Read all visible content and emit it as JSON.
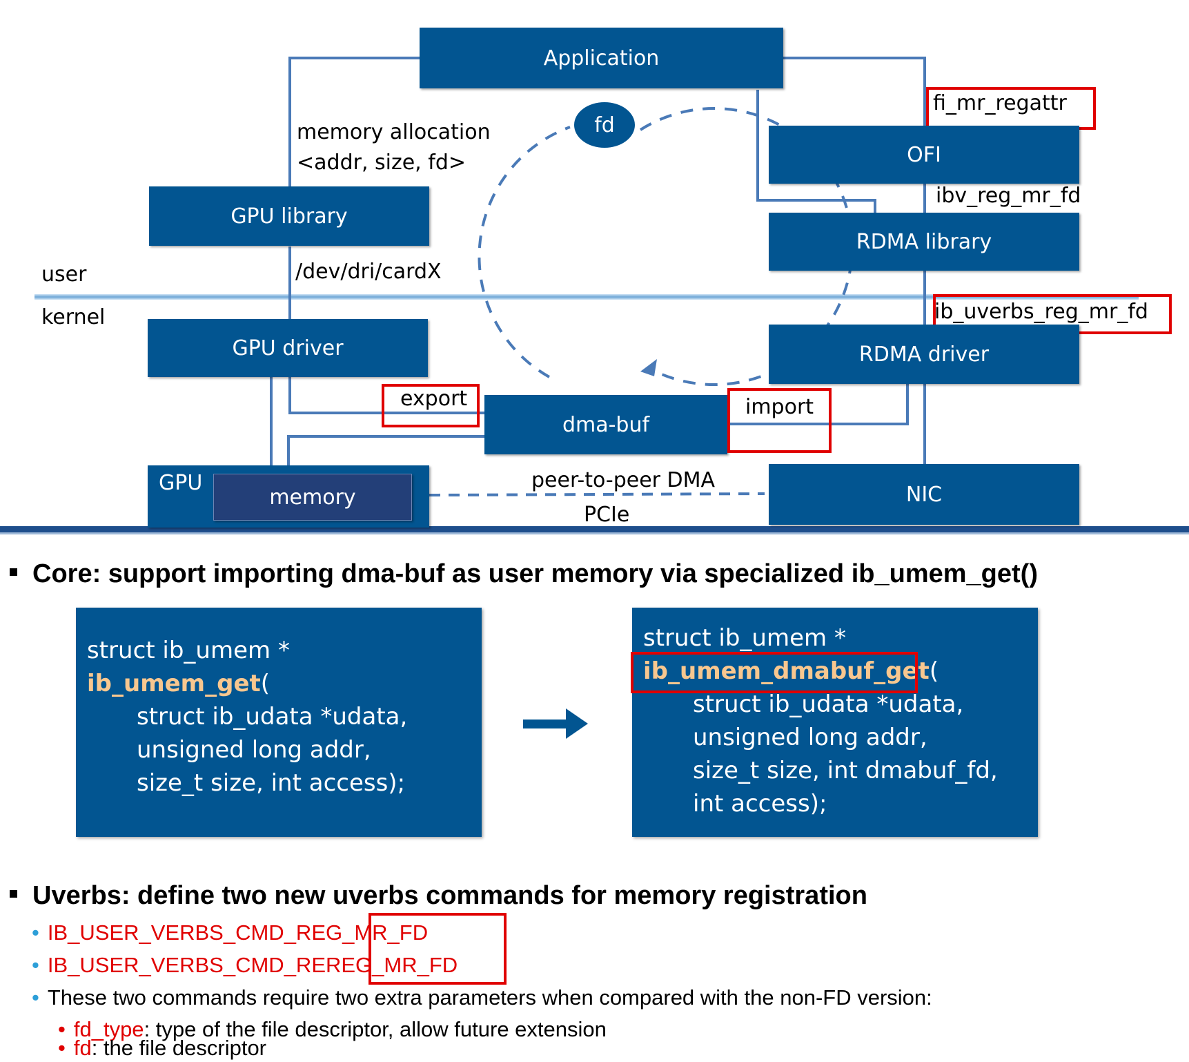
{
  "diagram": {
    "application": "Application",
    "fd": "fd",
    "memory_allocation": "memory allocation",
    "alloc_tuple": "<addr, size, fd>",
    "gpu_library": "GPU library",
    "dev_path": "/dev/dri/cardX",
    "user": "user",
    "kernel": "kernel",
    "gpu_driver": "GPU driver",
    "export": "export",
    "dma_buf": "dma-buf",
    "import": "import",
    "gpu": "GPU",
    "memory": "memory",
    "peer_to_peer": "peer-to-peer DMA",
    "pcie": "PCIe",
    "nic": "NIC",
    "ofi": "OFI",
    "fi_mr_regattr": "fi_mr_regattr",
    "ibv_reg_mr_fd": "ibv_reg_mr_fd",
    "rdma_library": "RDMA library",
    "ib_uverbs_reg_mr_fd": "ib_uverbs_reg_mr_fd",
    "rdma_driver": "RDMA driver"
  },
  "core": {
    "heading": "Core: support importing dma-buf as user memory via specialized ib_umem_get()",
    "old_code": {
      "line1": "struct ib_umem *",
      "fn": "ib_umem_get",
      "paren": "(",
      "line3": "struct ib_udata *udata,",
      "line4": "unsigned long addr,",
      "line5": "size_t size, int access);"
    },
    "new_code": {
      "line1": "struct ib_umem *",
      "fn": "ib_umem_dmabuf_get",
      "paren": "(",
      "line3": "struct ib_udata *udata,",
      "line4": "unsigned long addr,",
      "line5": "size_t size, int dmabuf_fd,",
      "line6": "int access);"
    }
  },
  "uverbs": {
    "heading": "Uverbs: define two new uverbs commands for memory registration",
    "cmd1": "IB_USER_VERBS_CMD_REG_MR_FD",
    "cmd2": "IB_USER_VERBS_CMD_REREG_MR_FD",
    "note": "These two commands require two extra parameters when compared with the non-FD version:",
    "param1_name": "fd_type",
    "param1_desc": ": type of the file descriptor, allow future extension",
    "param2_name": "fd",
    "param2_desc": ": the file descriptor"
  },
  "colors": {
    "box_blue": "#025591",
    "line_blue": "#4a7ab7",
    "highlight_red": "#e00000",
    "function_orange": "#f8c78f",
    "bullet_blue": "#2d9fd8"
  }
}
